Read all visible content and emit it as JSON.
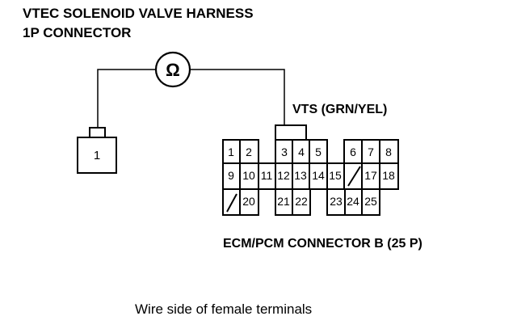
{
  "title": {
    "line1": "VTEC SOLENOID VALVE HARNESS",
    "line2": "1P CONNECTOR"
  },
  "meter": {
    "symbol": "Ω",
    "icon": "ohmmeter-icon"
  },
  "solenoid_connector": {
    "pin": "1"
  },
  "vts_label": "VTS (GRN/YEL)",
  "ecm_connector": {
    "label": "ECM/PCM CONNECTOR B (25 P)",
    "pins": [
      "1",
      "2",
      "3",
      "4",
      "5",
      "6",
      "7",
      "8",
      "9",
      "10",
      "11",
      "12",
      "13",
      "14",
      "15",
      "17",
      "18",
      "20",
      "21",
      "22",
      "23",
      "24",
      "25"
    ]
  },
  "caption": "Wire side of female terminals"
}
